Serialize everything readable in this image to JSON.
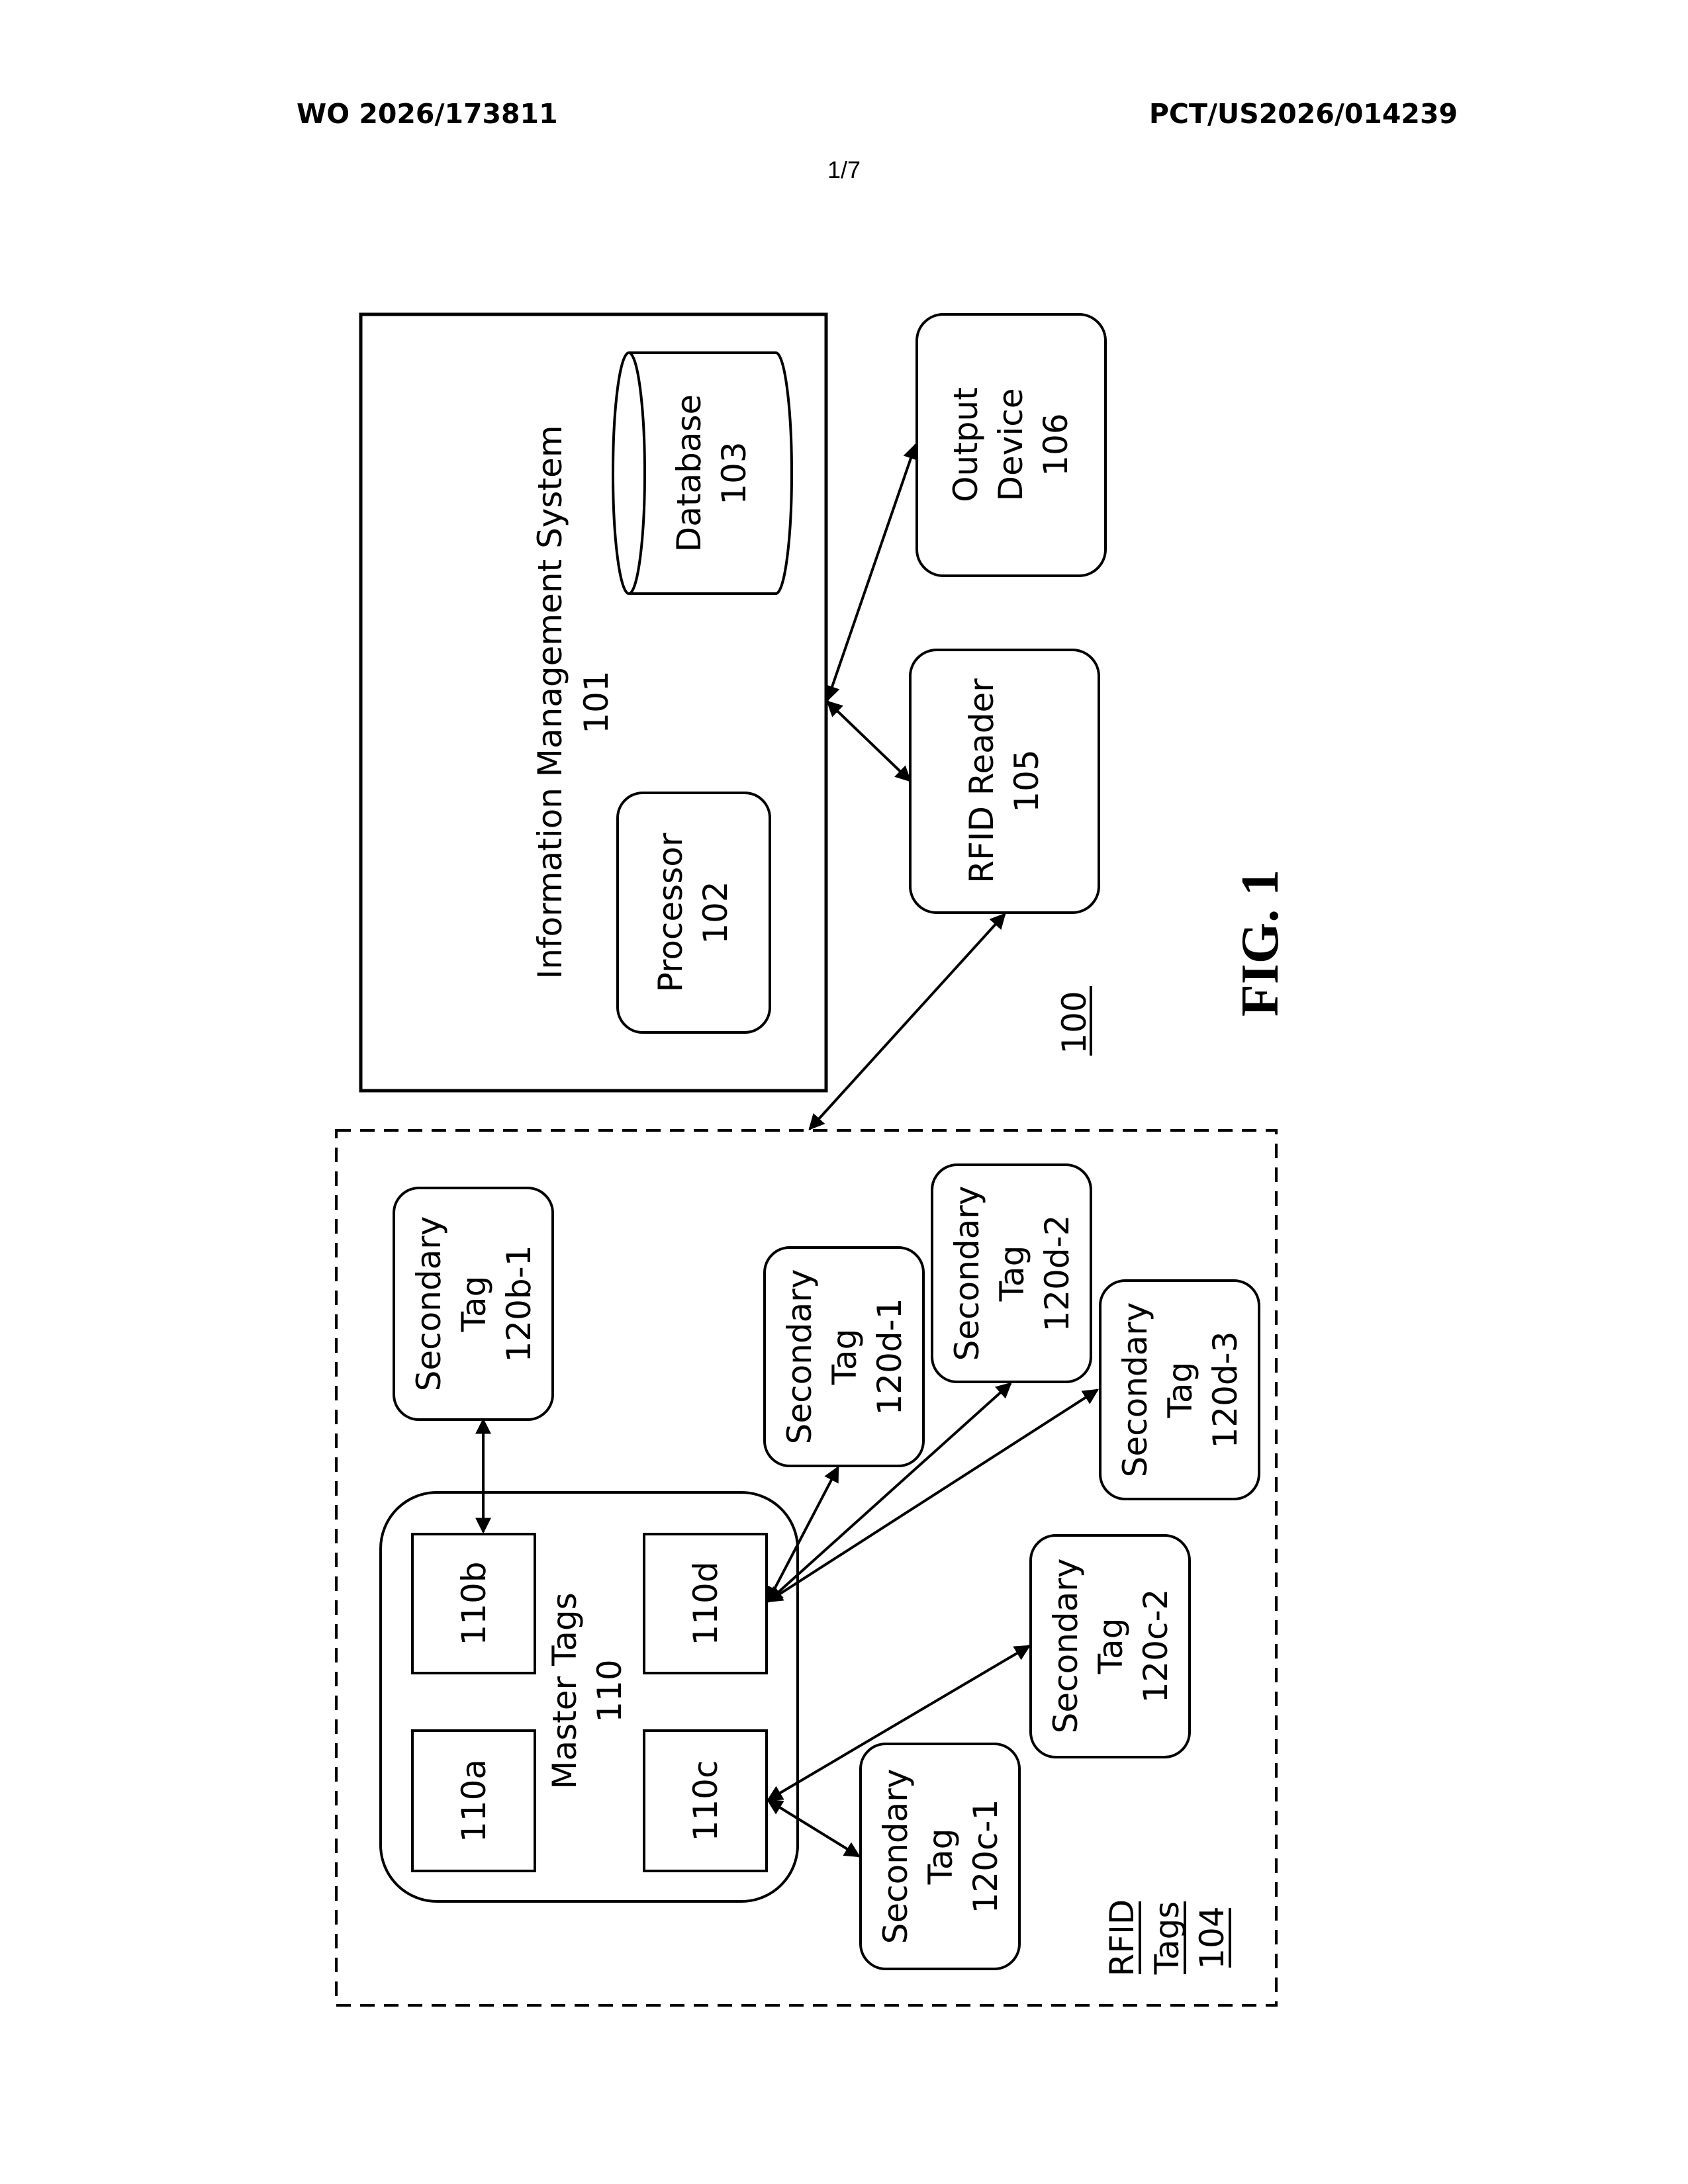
{
  "header": {
    "publication_number": "WO 2026/173811",
    "application_number": "PCT/US2026/014239",
    "sheet": "1/7"
  },
  "figure": {
    "label": "FIG. 1",
    "ref": "100"
  },
  "blocks": {
    "ims": {
      "title": "Information Management System",
      "ref": "101"
    },
    "processor": {
      "title": "Processor",
      "ref": "102"
    },
    "database": {
      "title": "Database",
      "ref": "103"
    },
    "rfid_reader": {
      "title": "RFID Reader",
      "ref": "105"
    },
    "output_device": {
      "line1": "Output",
      "line2": "Device",
      "ref": "106"
    },
    "rfid_tags": {
      "line1": "RFID",
      "line2": "Tags",
      "ref": "104"
    },
    "master_tags": {
      "title": "Master Tags",
      "ref": "110"
    },
    "tag_110a": "110a",
    "tag_110b": "110b",
    "tag_110c": "110c",
    "tag_110d": "110d",
    "secondary_tags": [
      {
        "line1": "Secondary",
        "line2": "Tag",
        "ref": "120b-1"
      },
      {
        "line1": "Secondary",
        "line2": "Tag",
        "ref": "120d-1"
      },
      {
        "line1": "Secondary",
        "line2": "Tag",
        "ref": "120d-2"
      },
      {
        "line1": "Secondary",
        "line2": "Tag",
        "ref": "120d-3"
      },
      {
        "line1": "Secondary",
        "line2": "Tag",
        "ref": "120c-2"
      },
      {
        "line1": "Secondary",
        "line2": "Tag",
        "ref": "120c-1"
      }
    ]
  }
}
